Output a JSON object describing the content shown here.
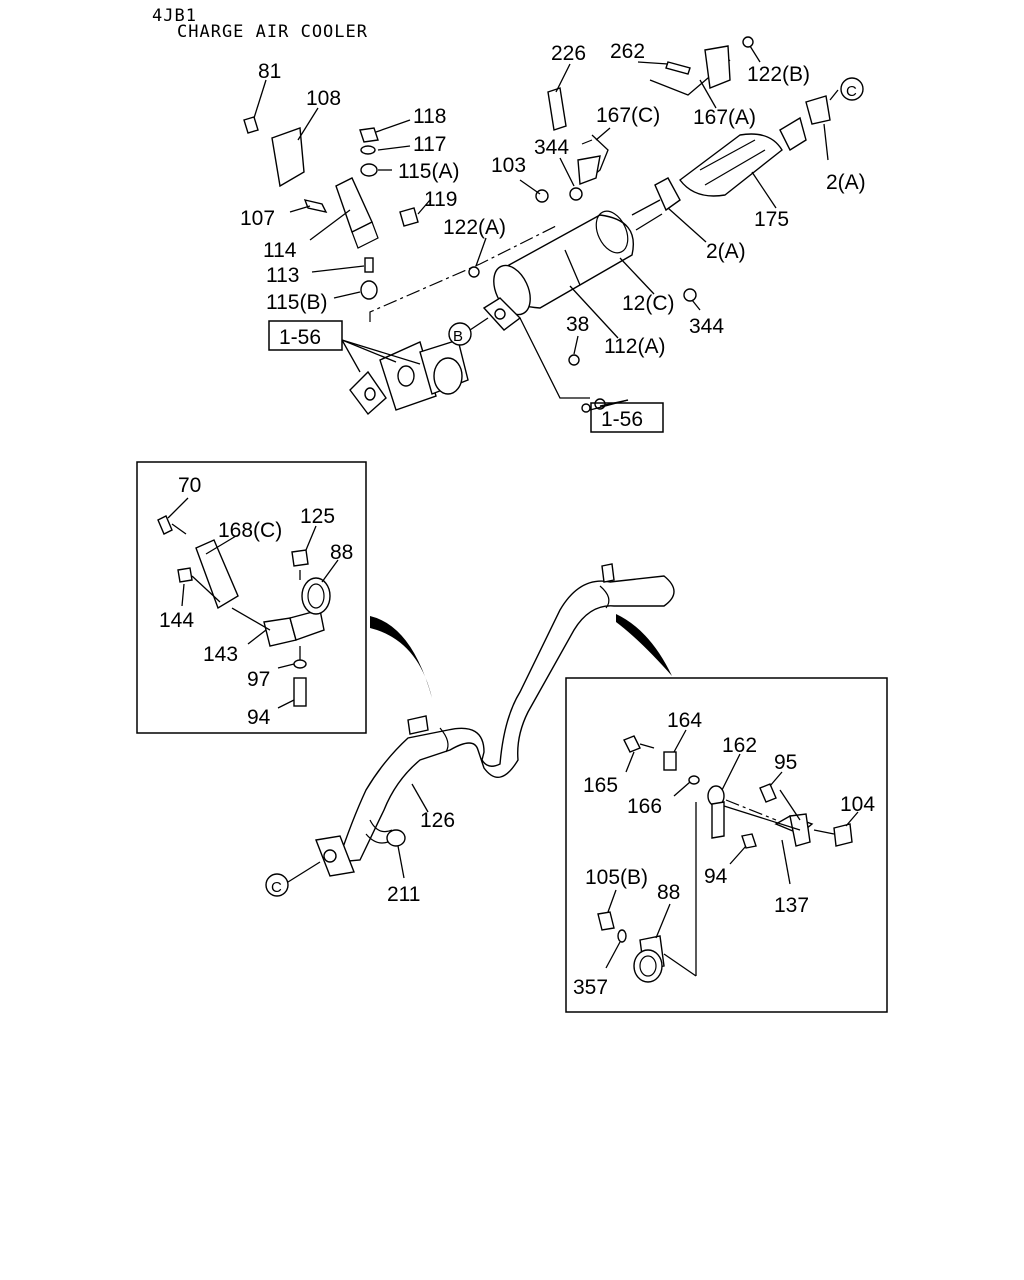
{
  "header": {
    "engine": "4JB1",
    "subtitle": "CHARGE AIR COOLER"
  },
  "callouts": {
    "c81": "81",
    "c108": "108",
    "c118": "118",
    "c117": "117",
    "c115a": "115(A)",
    "c119": "119",
    "c107": "107",
    "c114": "114",
    "c113": "113",
    "c115b": "115(B)",
    "c103": "103",
    "c344a": "344",
    "c122a": "122(A)",
    "c226": "226",
    "c262": "262",
    "c122b": "122(B)",
    "c167c": "167(C)",
    "c167a": "167(A)",
    "c2a1": "2(A)",
    "c175": "175",
    "c2a2": "2(A)",
    "c12c": "12(C)",
    "c344b": "344",
    "c38": "38",
    "c112a": "112(A)",
    "c70": "70",
    "c168c": "168(C)",
    "c125": "125",
    "c88a": "88",
    "c144": "144",
    "c143": "143",
    "c97": "97",
    "c94a": "94",
    "c126": "126",
    "c211": "211",
    "c164": "164",
    "c162": "162",
    "c95": "95",
    "c165": "165",
    "c166": "166",
    "c104": "104",
    "c94b": "94",
    "c137": "137",
    "c105b": "105(B)",
    "c88b": "88",
    "c357": "357"
  },
  "refs": {
    "ref_top": "1-56",
    "ref_bottom": "1-56",
    "mark_b": "B",
    "mark_c_top": "C",
    "mark_c_bottom": "C"
  }
}
